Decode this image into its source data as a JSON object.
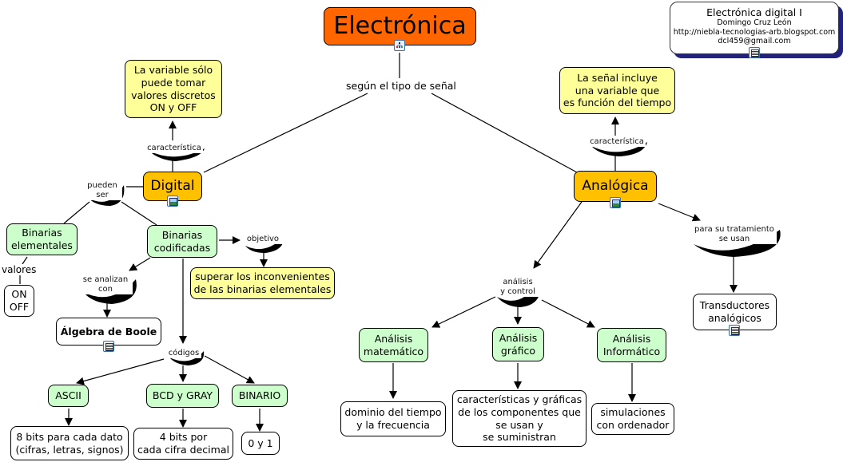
{
  "info_card": {
    "title": "Electrónica digital I",
    "author": "Domingo Cruz León",
    "url": "http://niebla-tecnologias-arb.blogspot.com",
    "email": "dcl459@gmail.com",
    "icon": "document-icon"
  },
  "colors": {
    "root": "#ff6600",
    "main_concept": "#ffc000",
    "characteristic": "#ffff99",
    "subconcept": "#ccffcc",
    "leaf": "#ffffff",
    "card_shadow": "#22227a"
  },
  "concepts": {
    "root": "Electrónica",
    "digital": "Digital",
    "analogica": "Analógica",
    "digital_char": "La variable sólo\npuede tomar\nvalores discretos\nON y OFF",
    "analog_char": "La señal incluye\nuna variable que\nes función del tiempo",
    "bin_elementales": "Binarias\nelementales",
    "bin_codificadas": "Binarias\ncodificadas",
    "on_off": "ON\nOFF",
    "objetivo_text": "superar los inconvenientes\nde las binarias elementales",
    "algebra": "Álgebra de Boole",
    "ascii": "ASCII",
    "bcd": "BCD y GRAY",
    "binario": "BINARIO",
    "ascii_desc": "8 bits para cada dato\n(cifras, letras, signos)",
    "bcd_desc": "4 bits por\ncada cifra decimal",
    "binario_desc": "0 y 1",
    "an_mat": "Análisis\nmatemático",
    "an_graf": "Análisis\ngráfico",
    "an_inf": "Análisis\nInformático",
    "dominio": "dominio del tiempo\ny la frecuencia",
    "caracteristicas_graf": "características y gráficas\nde los componentes que\nse usan y\nse suministran",
    "simulaciones": "simulaciones\ncon ordenador",
    "transductores": "Transductores\nanalógicos"
  },
  "linking_phrases": {
    "segun": "según el tipo de señal",
    "caract_d": "característica",
    "caract_a": "característica",
    "pueden_ser": "pueden\nser",
    "valores": "valores",
    "objetivo": "objetivo",
    "se_analizan": "se analizan\ncon",
    "codigos": "códigos",
    "analisis_control": "análisis\ny control",
    "para_su": "para su tratamiento\nse usan"
  },
  "resource_icons": {
    "root": "concept-map-icon",
    "digital": "image-icon",
    "analogica": "image-icon",
    "algebra": "document-icon",
    "transductores": "document-icon"
  }
}
